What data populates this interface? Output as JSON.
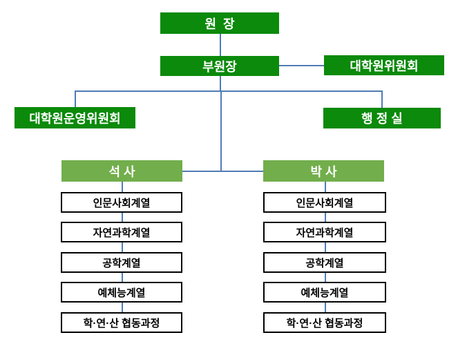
{
  "nodes": {
    "director": "원  장",
    "vice_director": "부원장",
    "graduate_committee": "대학원위원회",
    "operations_committee": "대학원운영위원회",
    "admin_office": "행 정 실",
    "masters": "석 사",
    "doctoral": "박 사"
  },
  "masters_programs": [
    "인문사회계열",
    "자연과학계열",
    "공학계열",
    "예체능계열",
    "학·연·산 협동과정"
  ],
  "doctoral_programs": [
    "인문사회계열",
    "자연과학계열",
    "공학계열",
    "예체능계열",
    "학·연·산 협동과정"
  ],
  "colors": {
    "dark_green": "#0B8A0B",
    "light_green": "#72AE4B",
    "connector_blue": "#4E7CB5",
    "box_border": "#000000"
  }
}
